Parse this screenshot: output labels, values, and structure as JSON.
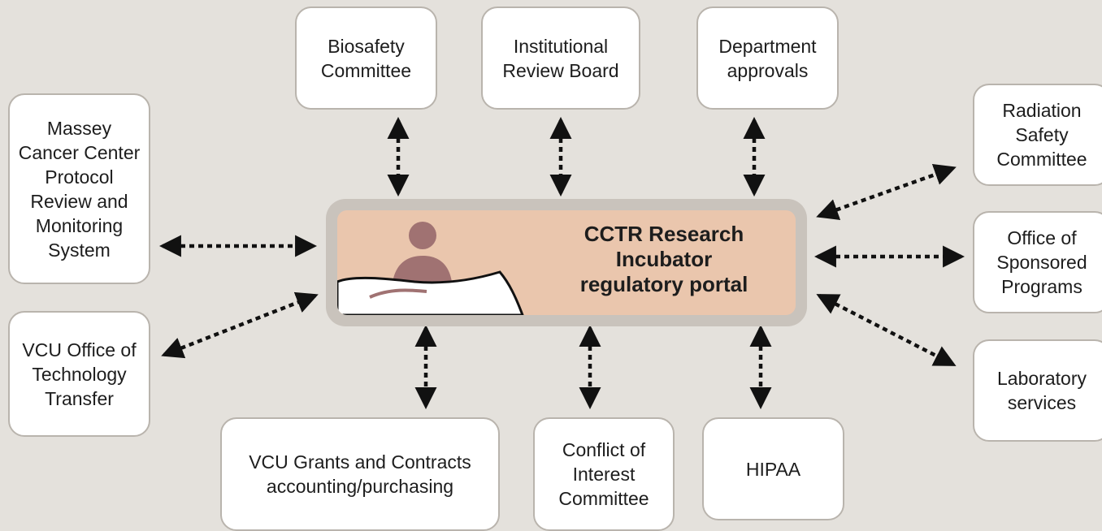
{
  "hub": {
    "title": "CCTR Research\nIncubator\nregulatory portal"
  },
  "nodes": {
    "biosafety": "Biosafety\nCommittee",
    "irb": "Institutional\nReview Board",
    "department": "Department\napprovals",
    "massey": "Massey\nCancer Center\nProtocol\nReview and\nMonitoring\nSystem",
    "radiation": "Radiation\nSafety\nCommittee",
    "sponsored": "Office of\nSponsored\nPrograms",
    "tech_transfer": "VCU Office of\nTechnology\nTransfer",
    "laboratory": "Laboratory\nservices",
    "grants": "VCU Grants and Contracts\naccounting/purchasing",
    "coi": "Conflict of\nInterest\nCommittee",
    "hipaa": "HIPAA"
  },
  "colors": {
    "background": "#e4e1dc",
    "hub_fill": "#eac6ad",
    "hub_frame": "#c9c3bc",
    "node_border": "#b9b4ad",
    "person": "#a07272",
    "arrow": "#111111"
  }
}
